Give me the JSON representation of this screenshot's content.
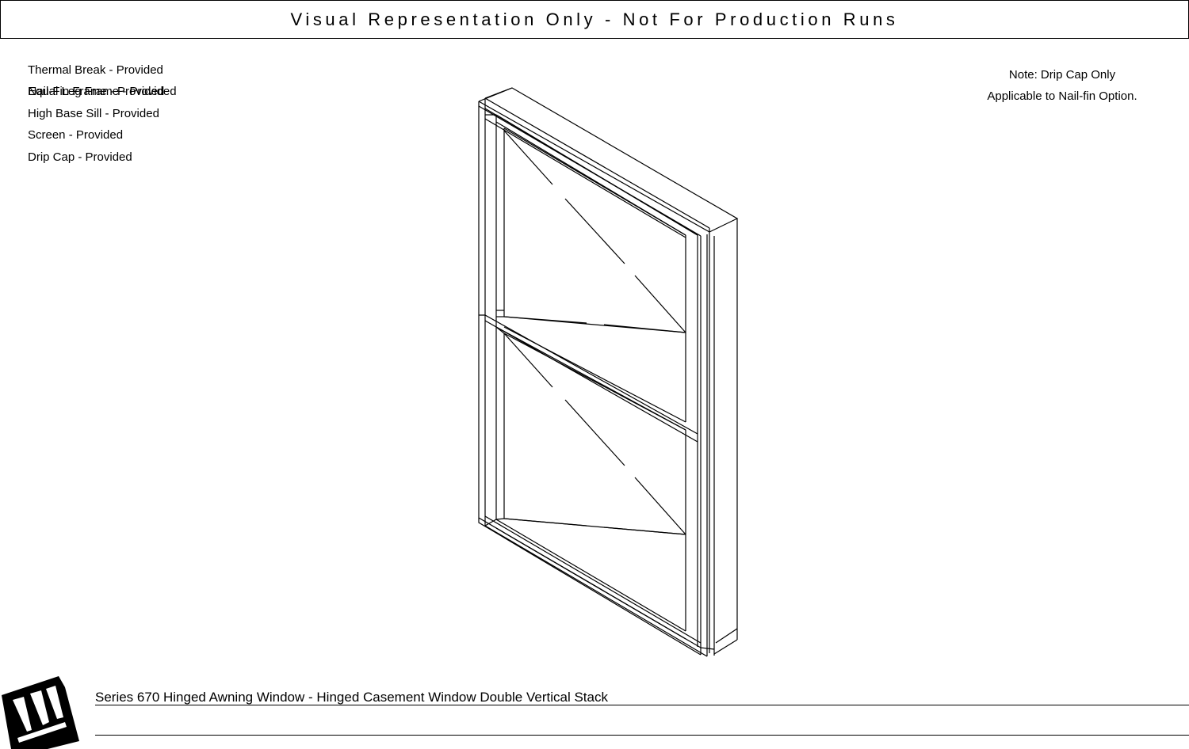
{
  "header": {
    "banner": "Visual Representation Only - Not For Production Runs"
  },
  "options": [
    "Thermal Break - Provided",
    "Equal Leg Frame - Provided",
    "Nail-Fin Frame - Provided",
    "High Base Sill - Provided",
    "Screen - Provided",
    "Drip Cap - Provided"
  ],
  "note": {
    "line1": "Note: Drip Cap Only",
    "line2": "Applicable to Nail-fin Option."
  },
  "title_block": {
    "series_title": "Series 670 Hinged Awning Window - Hinged Casement Window Double Vertical Stack"
  },
  "logo": {
    "icon": "w-logo-icon"
  },
  "colors": {
    "line": "#000000",
    "background": "#ffffff"
  }
}
